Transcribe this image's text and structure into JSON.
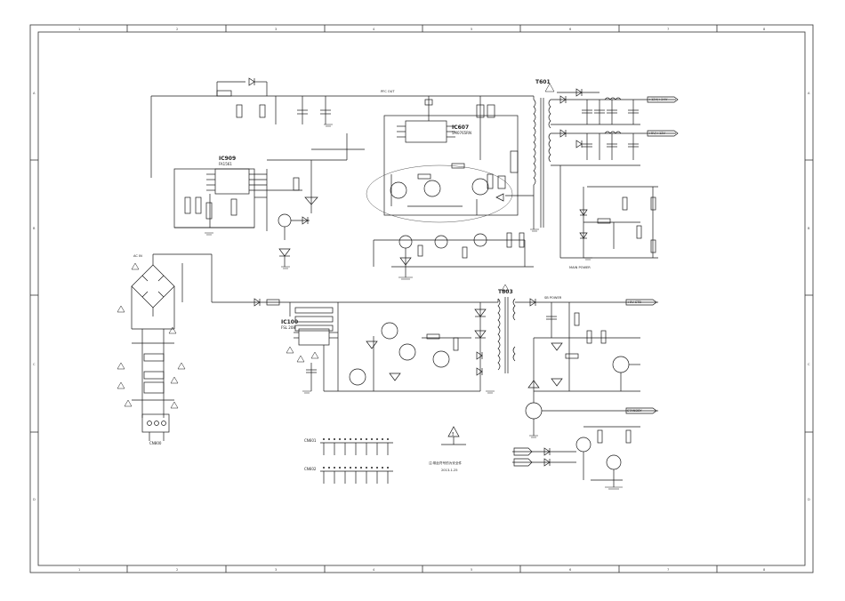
{
  "schematic": {
    "frame": {
      "columns": [
        "1",
        "2",
        "3",
        "4",
        "5",
        "6",
        "7",
        "8"
      ],
      "rows": [
        "A",
        "B",
        "C",
        "D"
      ]
    },
    "ics": [
      {
        "ref": "IC909",
        "part": "FA1561"
      },
      {
        "ref": "IC607",
        "part": "5M0765RN"
      },
      {
        "ref": "IC100",
        "part": "FSL 208"
      }
    ],
    "transformers": [
      {
        "ref": "T601"
      },
      {
        "ref": "T803"
      }
    ],
    "output_labels": [
      {
        "text": "+12V/+24V"
      },
      {
        "text": "+5V/+12V"
      },
      {
        "text": "+5V STB"
      },
      {
        "text": "STANDBY"
      }
    ],
    "section_labels": [
      {
        "text": "AC IN"
      },
      {
        "text": "PFC OUT"
      },
      {
        "text": "MAIN POWER"
      },
      {
        "text": "SB POWER"
      }
    ],
    "connectors": [
      {
        "ref": "CN601"
      },
      {
        "ref": "CN602"
      },
      {
        "ref": "CN800"
      }
    ],
    "note": {
      "line1": "注:带此符号的为安全件",
      "line2": "2013-1-25"
    }
  }
}
